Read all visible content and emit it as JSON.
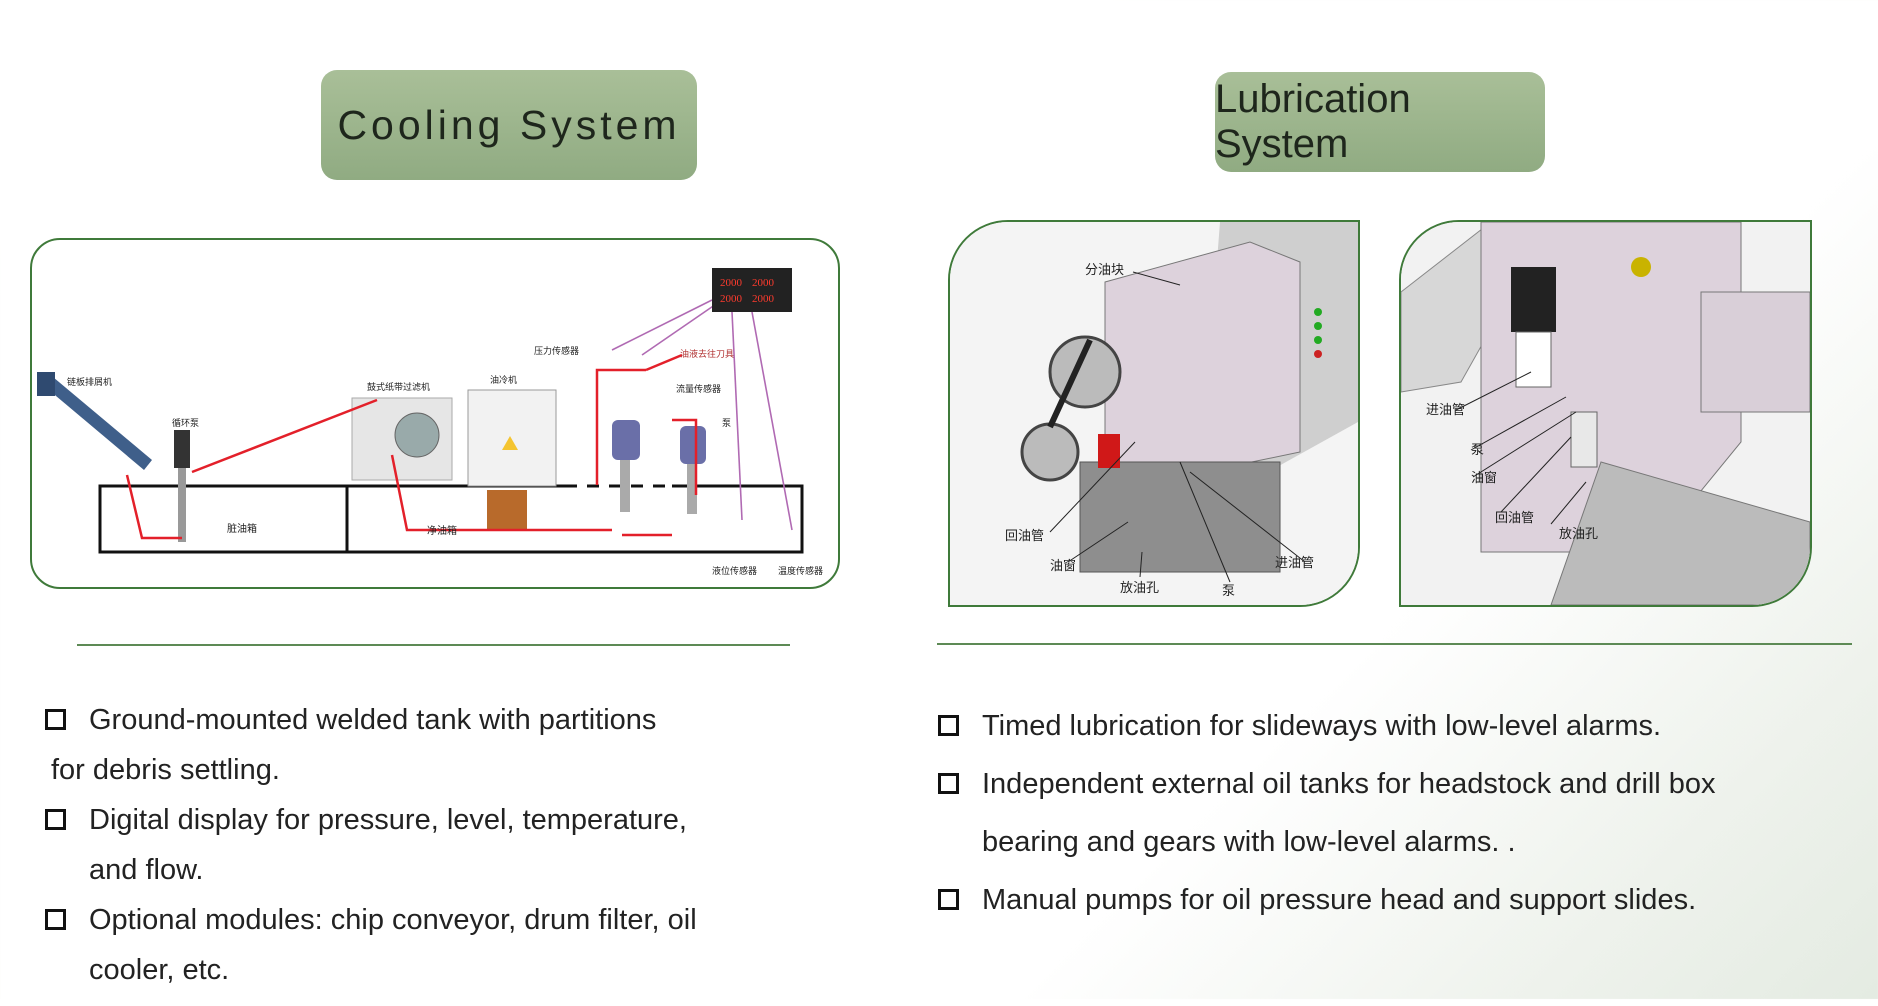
{
  "cooling": {
    "title": "Cooling System",
    "diagram_labels": {
      "chip_conveyor": "链板排屑机",
      "circ_pump": "循环泵",
      "drum_filter": "鼓式纸带过滤机",
      "oil_cooler": "油冷机",
      "pressure_sensor": "压力传感器",
      "to_tool": "油液去往刀具",
      "flow_sensor": "流量传感器",
      "pump": "泵",
      "dirty_tank": "脏油箱",
      "clean_tank": "净油箱",
      "level_sensor": "液位传感器",
      "temp_sensor": "温度传感器",
      "display_value": "2000"
    },
    "bullets": [
      "Ground-mounted welded tank with partitions",
      "for debris settling.",
      "Digital display for pressure, level, temperature,",
      "and flow.",
      "Optional modules: chip conveyor, drum filter, oil",
      "cooler, etc."
    ]
  },
  "lubrication": {
    "title": "Lubrication System",
    "left_labels": {
      "distributor": "分油块",
      "return_pipe": "回油管",
      "oil_window": "油窗",
      "drain_hole": "放油孔",
      "pump": "泵",
      "inlet_pipe": "进油管"
    },
    "right_labels": {
      "inlet_pipe": "进油管",
      "pump": "泵",
      "oil_window": "油窗",
      "return_pipe": "回油管",
      "drain_hole": "放油孔"
    },
    "bullets": [
      "Timed lubrication for slideways with low-level alarms.",
      "Independent external oil tanks for headstock and drill box",
      "bearing and gears  with low-level alarms. .",
      "Manual pumps for oil pressure head and support slides."
    ]
  },
  "colors": {
    "accent_green": "#90ab82",
    "border_green": "#3f7a3a",
    "flow_red": "#e3202a",
    "sensor_purple": "#b06ab3",
    "machine_purple": "#d9c6d8"
  }
}
